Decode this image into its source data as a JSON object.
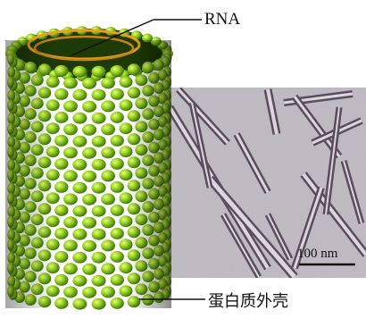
{
  "labels": {
    "rna": "RNA",
    "shell": "蛋白质外壳",
    "scale": "100 nm"
  },
  "colors": {
    "capsomer_light": "#c8ec3a",
    "capsomer_mid": "#7fbf1c",
    "capsomer_dark": "#2f6a08",
    "rna_strand": "#e8a020",
    "micrograph_bg": "#c2bcc4",
    "rod_dark": "#5a4e5e",
    "rod_light": "#d9d3da"
  }
}
